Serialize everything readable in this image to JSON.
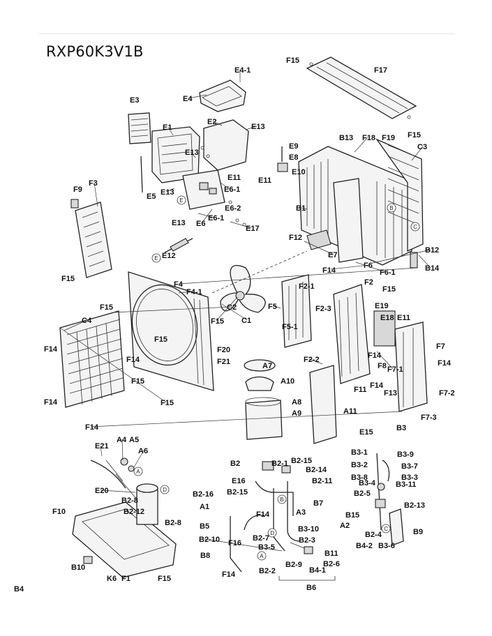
{
  "model": "RXP60K3V1B",
  "labels": [
    "F15",
    "F17",
    "F15",
    "E4-1",
    "E4",
    "E3",
    "E2",
    "E13",
    "E1",
    "E9",
    "E8",
    "E10",
    "E13",
    "E11",
    "E6-1",
    "E11",
    "E13",
    "E5",
    "E6-2",
    "E6",
    "E13",
    "E6-1",
    "E17",
    "B13",
    "F18",
    "F19",
    "C3",
    "B1",
    "F9",
    "F3",
    "F15",
    "E12",
    "F12",
    "E7",
    "F14",
    "F6",
    "F6-1",
    "B12",
    "B14",
    "F4",
    "F4-1",
    "F15",
    "C2",
    "C1",
    "F15",
    "F2-1",
    "F2",
    "F15",
    "F5",
    "F2-3",
    "E19",
    "E18",
    "E11",
    "F5-1",
    "C4",
    "F15",
    "F20",
    "F21",
    "F14",
    "F14",
    "F15",
    "A7",
    "F2-2",
    "F14",
    "F8",
    "F7-1",
    "F7",
    "F14",
    "A10",
    "F11",
    "F14",
    "F13",
    "F7-2",
    "F14",
    "F15",
    "A8",
    "A9",
    "A11",
    "F7-3",
    "F14",
    "B3",
    "E15",
    "A4",
    "A5",
    "A6",
    "E21",
    "B3-1",
    "B3-9",
    "B2",
    "B2-1",
    "B2-15",
    "B3-2",
    "B3-7",
    "E16",
    "B2-14",
    "B3-8",
    "B3-3",
    "B2-11",
    "B3-4",
    "B3-11",
    "E20",
    "B2-16",
    "B2-15",
    "B2-8",
    "A1",
    "B2-5",
    "B7",
    "B2-12",
    "A3",
    "B2-13",
    "F10",
    "F14",
    "B15",
    "B5",
    "B2-8",
    "A2",
    "B3-10",
    "B2-10",
    "B2-7",
    "B2-4",
    "B9",
    "F16",
    "B2-3",
    "B4-2",
    "B3-6",
    "B3-5",
    "B11",
    "B8",
    "B2-6",
    "B10",
    "K6",
    "F1",
    "F15",
    "F14",
    "B2-2",
    "B2-9",
    "B4-1",
    "B6",
    "B4"
  ],
  "circle_refs": [
    "A",
    "B",
    "C",
    "D",
    "E"
  ]
}
